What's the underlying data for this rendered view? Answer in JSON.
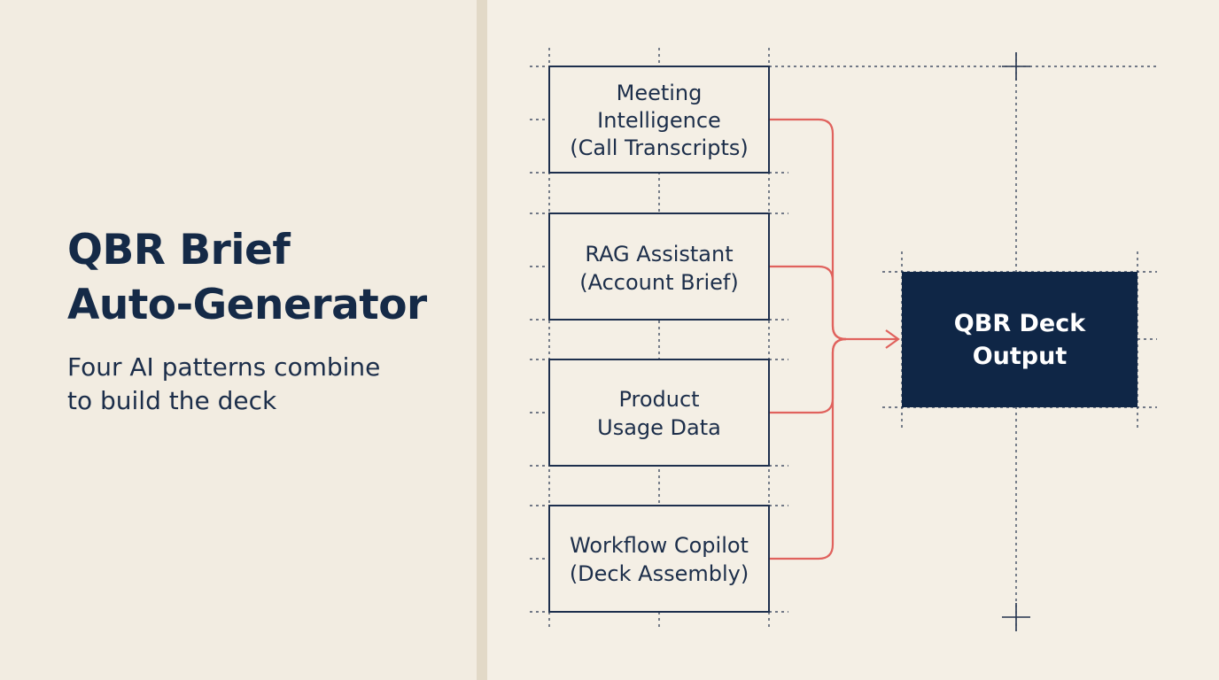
{
  "title": {
    "line1": "QBR Brief",
    "line2": "Auto-Generator"
  },
  "subtitle": {
    "line1": "Four AI patterns combine",
    "line2": "to build the deck"
  },
  "sources": [
    {
      "line1": "Meeting",
      "line2": "Intelligence",
      "line3": "(Call Transcripts)"
    },
    {
      "line1": "RAG Assistant",
      "line2": "(Account Brief)"
    },
    {
      "line1": "Product",
      "line2": "Usage Data"
    },
    {
      "line1": "Workflow Copilot",
      "line2": "(Deck Assembly)"
    }
  ],
  "output": {
    "line1": "QBR Deck",
    "line2": "Output"
  },
  "colors": {
    "navy": "#0f2646",
    "connector": "#e0625d",
    "background": "#f4efe5"
  }
}
